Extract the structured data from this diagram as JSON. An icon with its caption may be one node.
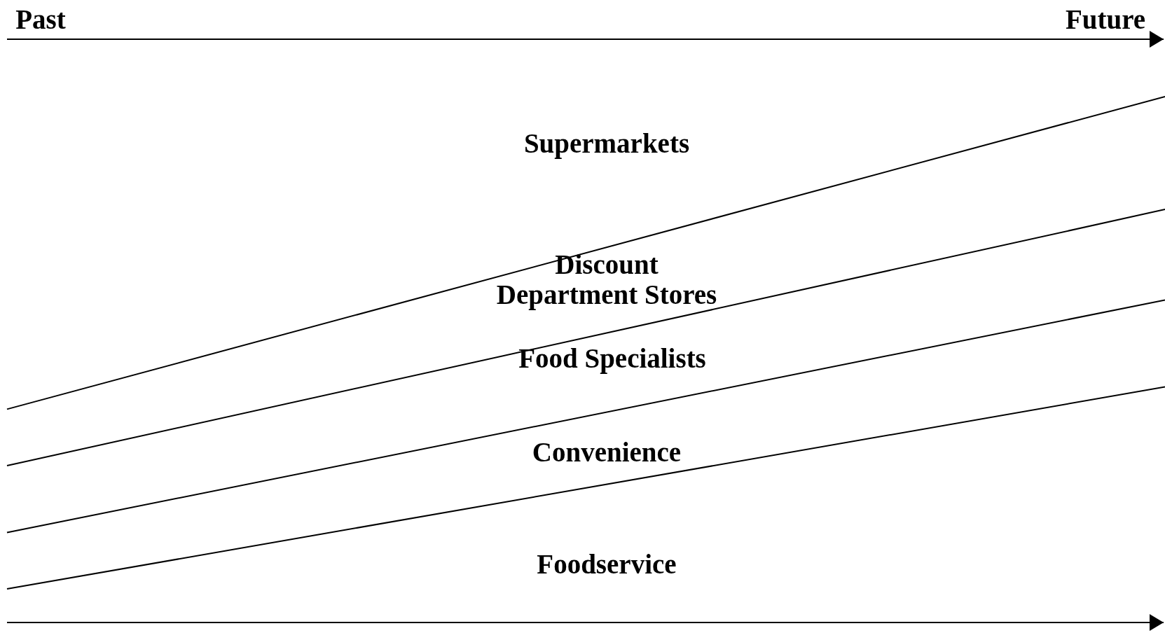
{
  "diagram": {
    "labels": [
      "Past",
      "Future",
      "Supermarkets",
      "Discount Department Stores",
      "Food Specialists",
      "Convenience",
      "Foodservice"
    ]
  }
}
